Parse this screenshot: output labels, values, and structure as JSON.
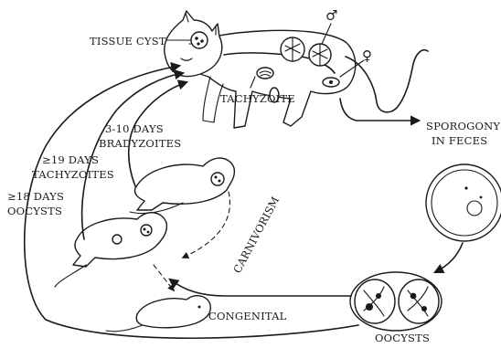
{
  "labels": {
    "tissue_cyst": "TISSUE CYST",
    "tachyzoite": "TACHYZOITE",
    "bradyzoite_days": "3-10 DAYS",
    "bradyzoites": "BRADYZOITES",
    "tachy_days": "≥19 DAYS",
    "tachyzoites": "TACHYZOITES",
    "oocyst_days": "≥18 DAYS",
    "oocysts_left": "OOCYSTS",
    "carnivorism": "CARNIVORISM",
    "congenital": "CONGENITAL",
    "sporogony": "SPOROGONY",
    "in_feces": "IN FECES",
    "oocysts_bottom": "OOCYSTS",
    "male_symbol": "♂",
    "female_symbol": "♀"
  }
}
